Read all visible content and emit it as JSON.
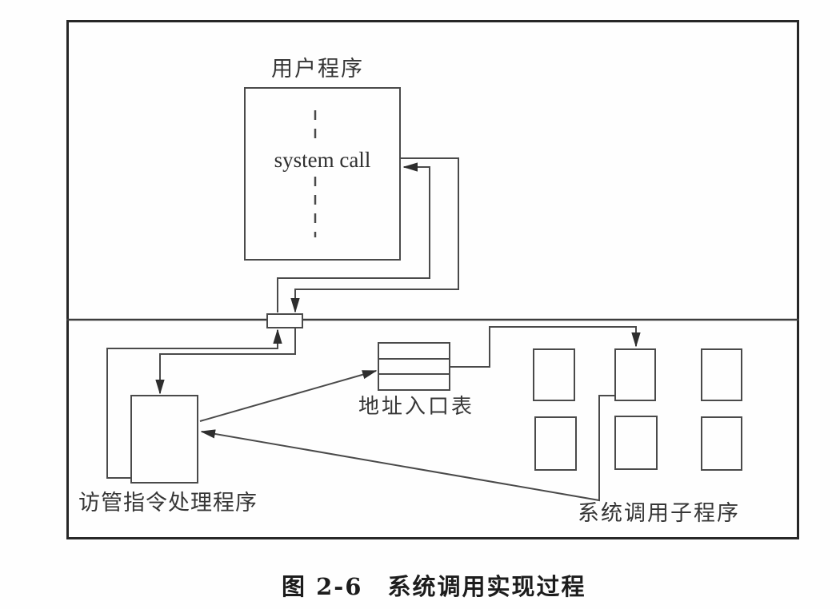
{
  "figure": {
    "caption": "图 2-6　系统调用实现过程",
    "colors": {
      "frame": "#272727",
      "line": "#4a4a4a",
      "arrowhead": "#2e2e2e",
      "text": "#363636",
      "caption_text": "#1c1c1c",
      "background": "#fefefe"
    }
  },
  "labels": {
    "user_program": "用户程序",
    "system_call": "system call",
    "trap_handler": "访管指令处理程序",
    "address_table": "地址入口表",
    "subroutines": "系统调用子程序"
  }
}
